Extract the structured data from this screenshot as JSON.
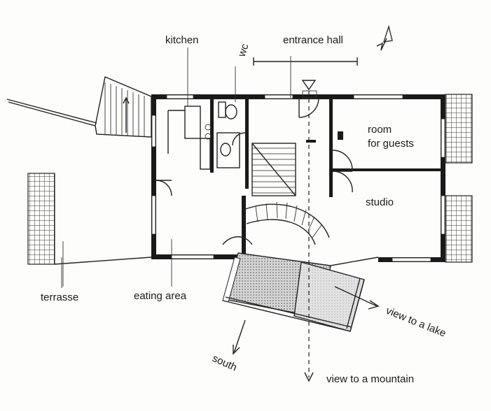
{
  "labels": {
    "kitchen": "kitchen",
    "wc": "wc",
    "entrance_hall": "entrance hall",
    "room_for_guests_line1": "room",
    "room_for_guests_line2": "for guests",
    "studio": "studio",
    "terrasse": "terrasse",
    "eating_area": "eating area",
    "view_to_a_lake": "view to a lake",
    "south": "south",
    "view_to_a_mountain": "view to a mountain",
    "north_mark": "N"
  },
  "colors": {
    "ink": "#1a1a1a",
    "hatch_gray": "#9a9a9a",
    "light_gray": "#cfcfcf",
    "paper": "#fdfdfb"
  }
}
